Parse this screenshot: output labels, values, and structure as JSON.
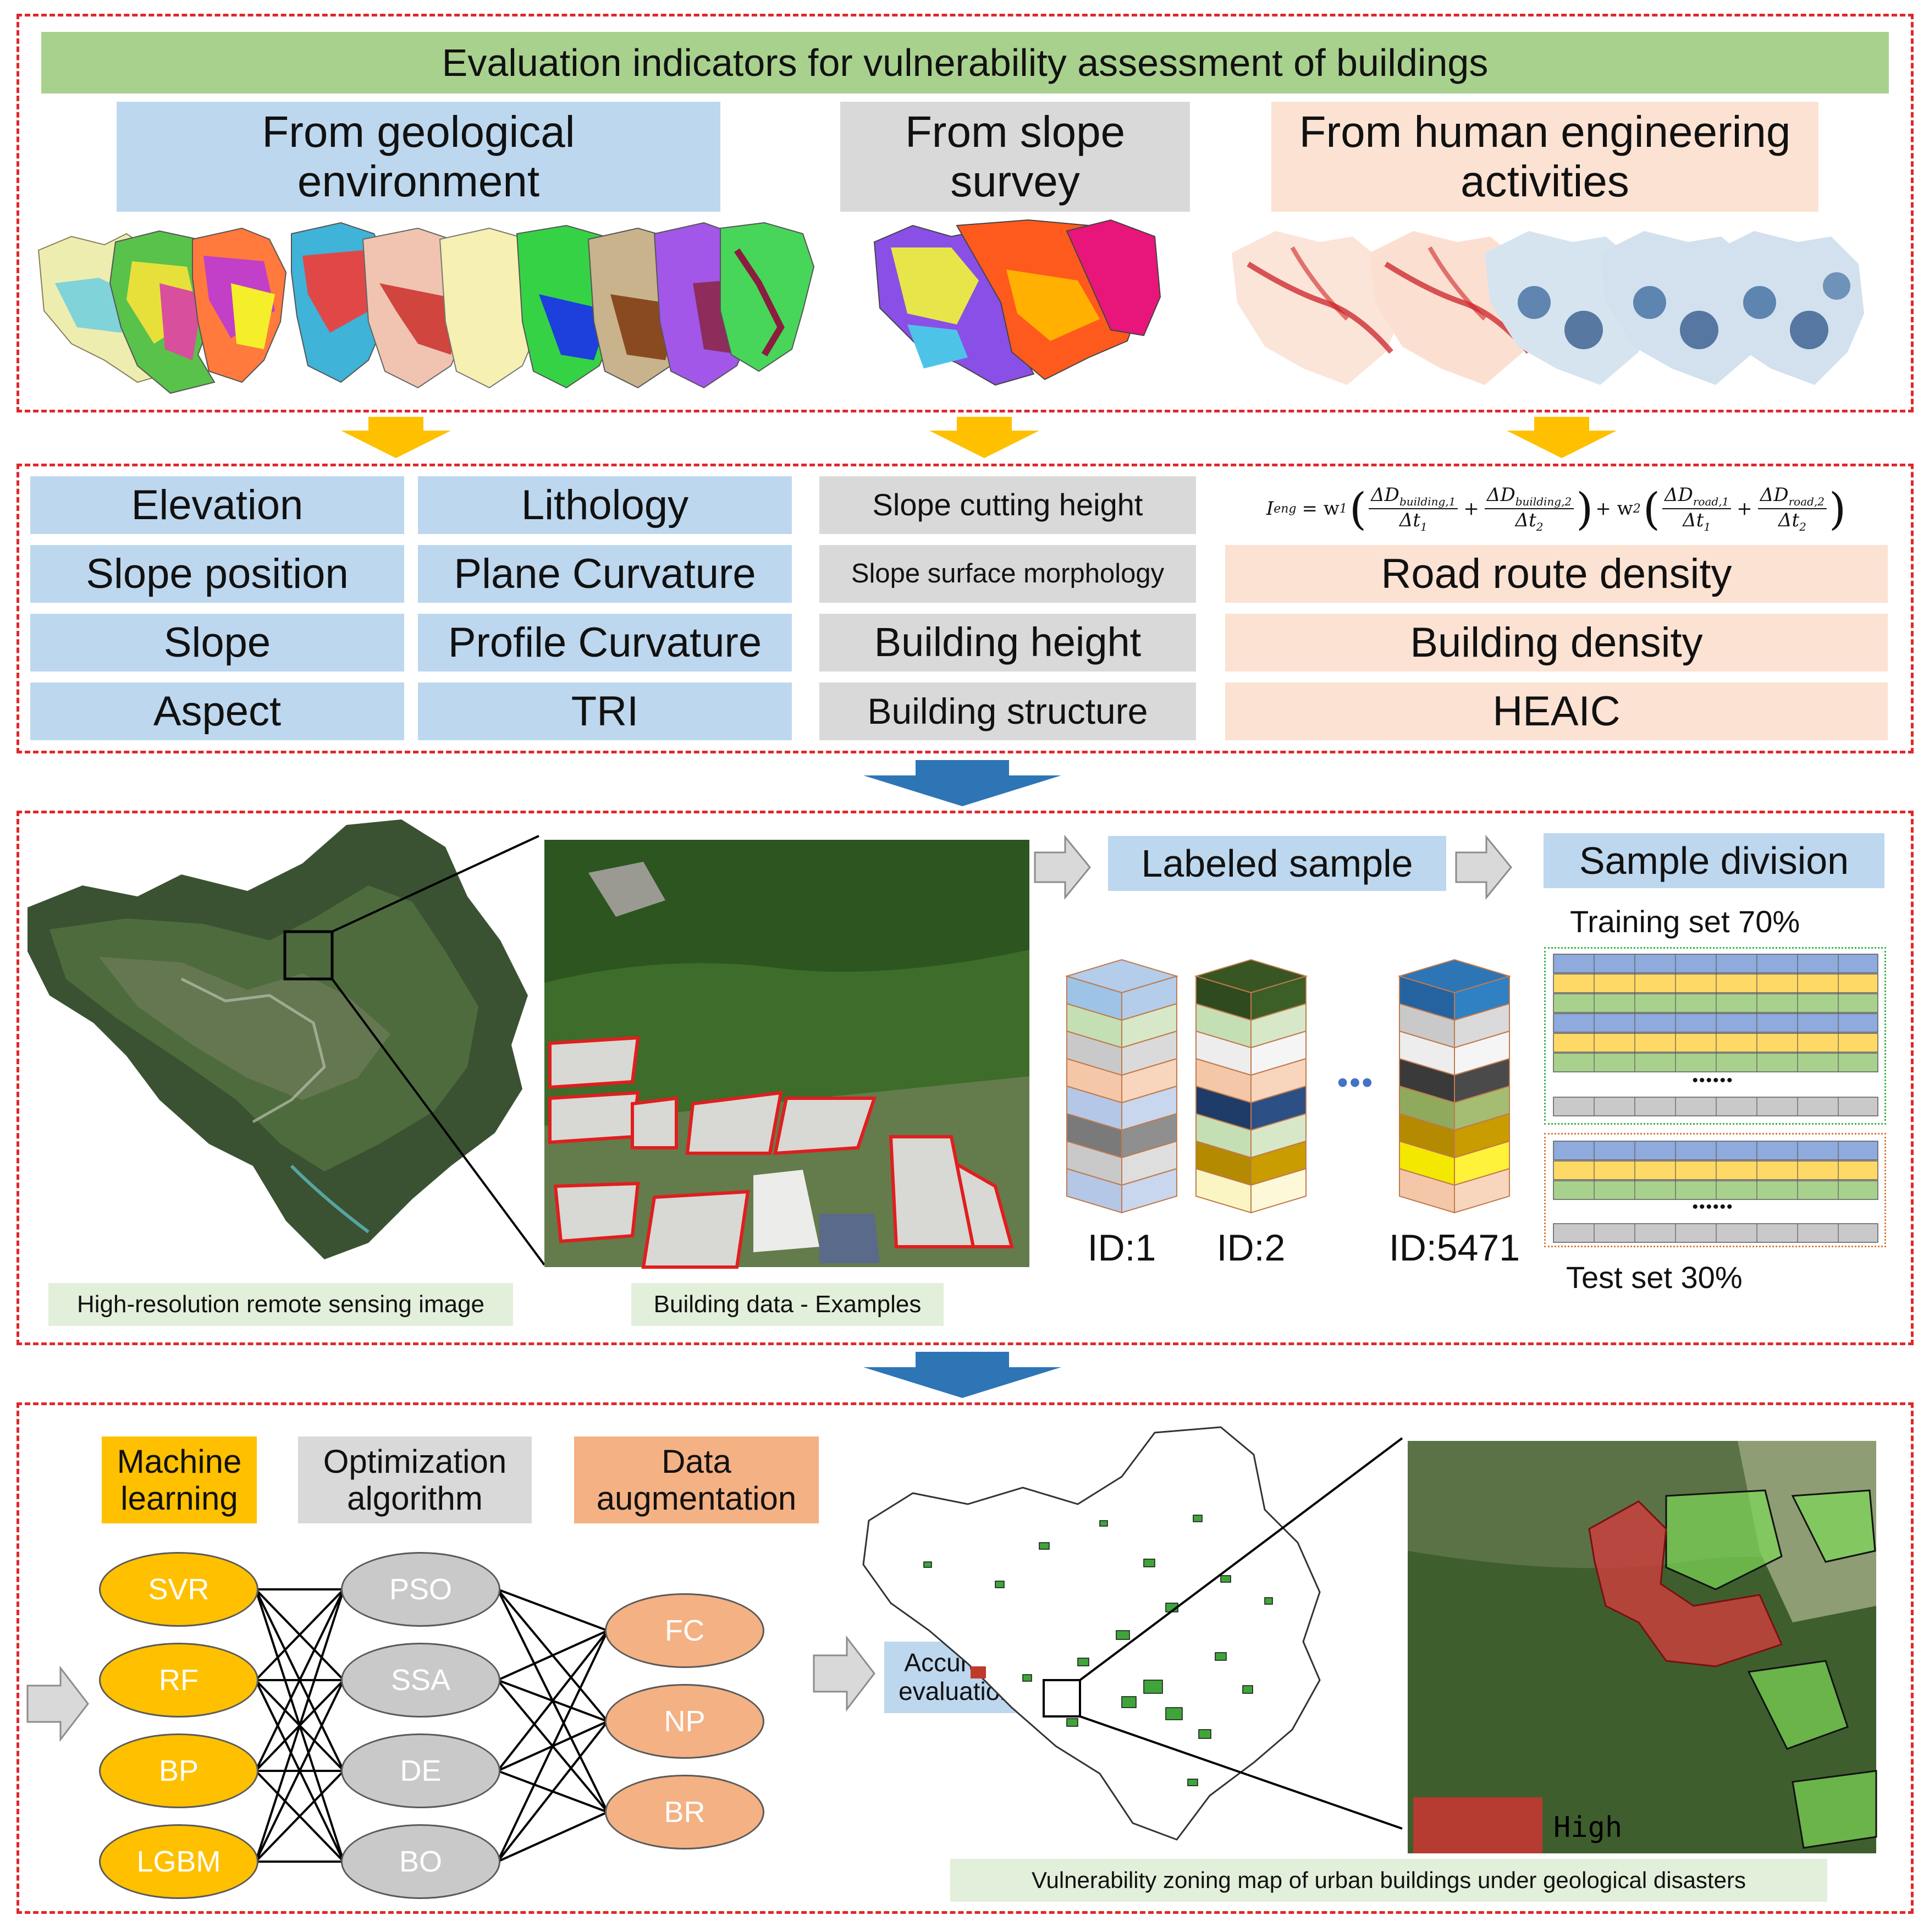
{
  "header": {
    "title": "Evaluation indicators for vulnerability assessment of buildings"
  },
  "sources": {
    "geo": "From geological environment",
    "slope": "From slope survey",
    "human": "From human engineering activities"
  },
  "indicators": {
    "geo_col1": [
      "Elevation",
      "Slope position",
      "Slope",
      "Aspect"
    ],
    "geo_col2": [
      "Lithology",
      "Plane Curvature",
      "Profile Curvature",
      "TRI"
    ],
    "slope_col": [
      "Slope cutting height",
      "Slope surface morphology",
      "Building height",
      "Building structure"
    ],
    "human_col": [
      "Road route density",
      "Building density",
      "HEAIC"
    ],
    "formula": {
      "lhs": "I",
      "lhs_sub": "eng",
      "eq": "= w",
      "w1_sub": "1",
      "plus_w": "+ w",
      "w2_sub": "2",
      "num1": "ΔD",
      "num1_sub": "building,1",
      "num2": "ΔD",
      "num2_sub": "building,2",
      "num3": "ΔD",
      "num3_sub": "road,1",
      "num4": "ΔD",
      "num4_sub": "road,2",
      "den1": "Δt",
      "den1_sub": "1",
      "den2": "Δt",
      "den2_sub": "2",
      "plus": "+"
    }
  },
  "samples": {
    "labeled": "Labeled sample",
    "division": "Sample division",
    "training": "Training set 70%",
    "test": "Test set 30%",
    "ellipsis": "••••••",
    "dots": "•••",
    "ids": [
      "ID:1",
      "ID:2",
      "ID:5471"
    ],
    "caption_rs": "High-resolution remote sensing image",
    "caption_bd": "Building data - Examples"
  },
  "models": {
    "ml_title": "Machine learning",
    "op_title": "Optimization algorithm",
    "da_title": "Data augmentation",
    "ml": [
      "SVR",
      "RF",
      "BP",
      "LGBM"
    ],
    "op": [
      "PSO",
      "SSA",
      "DE",
      "BO"
    ],
    "da": [
      "FC",
      "NP",
      "BR"
    ],
    "accuracy": "Accuracy evaluation",
    "legend_high": "High",
    "caption_map": "Vulnerability zoning map of urban buildings under geological disasters"
  },
  "colors": {
    "panel_border": "#e0272b",
    "header_bg": "#a9d18e",
    "geo_bg": "#bdd7ee",
    "slope_bg": "#d9d9d9",
    "human_bg": "#fbe2d3",
    "arrow_yellow": "#ffc000",
    "arrow_blue": "#2e75b6",
    "ml": "#ffc000",
    "op": "#c9c9c9",
    "da": "#f4b183"
  }
}
